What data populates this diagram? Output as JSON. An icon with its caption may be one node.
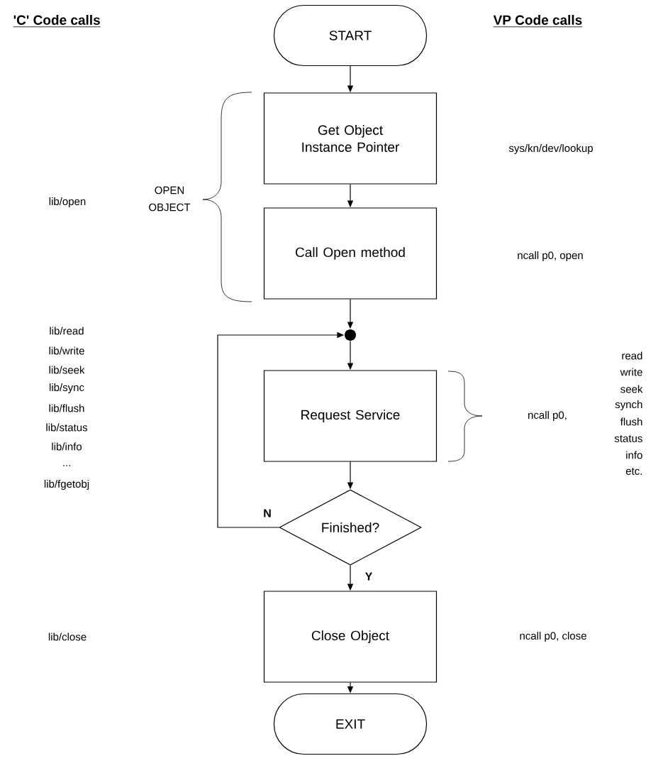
{
  "diagram": {
    "nodes": [
      {
        "text": [
          "START"
        ]
      },
      {
        "text": [
          "Get Object Instance Pointer"
        ]
      },
      {
        "text": [
          "Call Open method"
        ]
      },
      {
        "text": [],
        "shape": "circle"
      },
      {
        "text": [
          "Request Service"
        ]
      },
      {
        "text": [
          "Finished?"
        ]
      },
      {
        "text": [
          "Close Object"
        ]
      },
      {
        "text": [
          "EXIT"
        ]
      }
    ],
    "edges": [
      {
        "from": 0,
        "to": 1,
        "arrow": "to"
      },
      {
        "from": 1,
        "to": 2,
        "arrow": "to"
      },
      {
        "from": 2,
        "to": 3,
        "arrow": "to"
      },
      {
        "from": 3,
        "to": 4,
        "arrow": "to"
      },
      {
        "from": 4,
        "to": 5,
        "arrow": "to"
      },
      {
        "from": 5,
        "to": 3,
        "arrow": "to",
        "label": "N"
      },
      {
        "from": 5,
        "to": 6,
        "arrow": "to",
        "label": "Y"
      },
      {
        "from": 6,
        "to": 7,
        "arrow": "to"
      }
    ],
    "labels": [
      "'C' Code calls",
      "VP Code calls",
      "OPEN OBJECT",
      "lib/open",
      "sys/kn/dev/lookup",
      "ncall p0, open",
      "lib/read",
      "lib/write",
      "lib/seek",
      "lib/sync",
      "lib/flush",
      "lib/status",
      "lib/info",
      "...",
      "lib/fgetobj",
      "ncall p0,",
      "read",
      "write",
      "seek",
      "synch",
      "flush",
      "status",
      "info",
      "etc.",
      "lib/close",
      "ncall p0, close"
    ]
  }
}
